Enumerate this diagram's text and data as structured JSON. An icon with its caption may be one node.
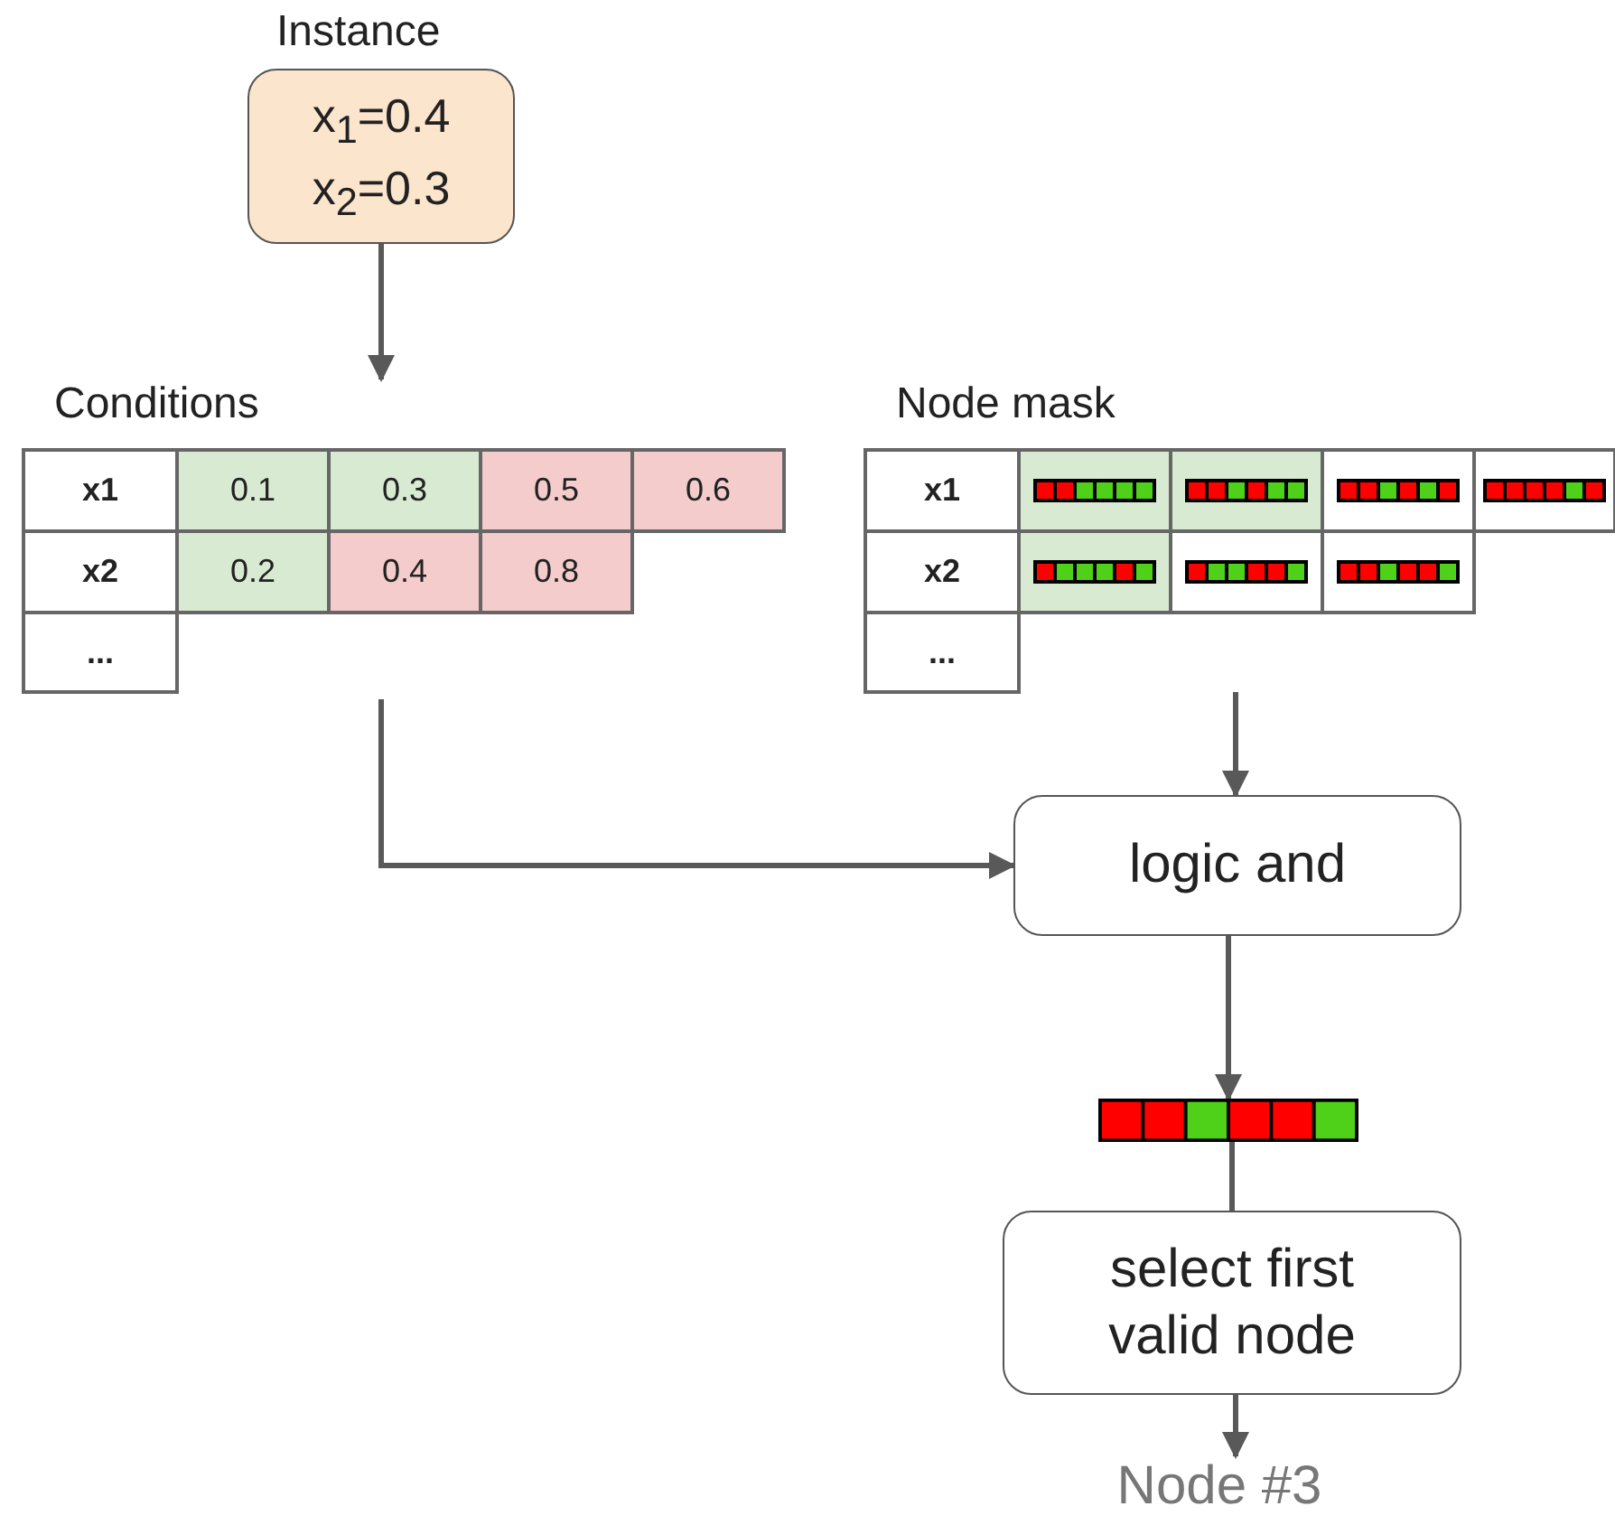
{
  "diagram": {
    "nodes": [
      {
        "text": [
          "Instance",
          "x$_{1}$=0.4 x$_{2}$=0.3"
        ]
      },
      {
        "text": [
          "Conditions"
        ]
      },
      {
        "text": [
          "x1"
        ],
        "in": 1
      },
      {
        "text": [
          "0.1"
        ],
        "in": 1
      },
      {
        "text": [
          "0.3"
        ],
        "in": 1
      },
      {
        "text": [
          "0.5"
        ],
        "in": 1
      },
      {
        "text": [
          "0.6"
        ],
        "in": 1
      },
      {
        "text": [
          "x2"
        ],
        "in": 1
      },
      {
        "text": [
          "0.2"
        ],
        "in": 1
      },
      {
        "text": [
          "0.4"
        ],
        "in": 1
      },
      {
        "text": [
          "0.8"
        ],
        "in": 1
      },
      {
        "text": [
          "..."
        ],
        "in": 1
      },
      {
        "text": [
          "Node mask"
        ]
      },
      {
        "text": [
          "x1"
        ],
        "in": 12
      },
      {
        "text": [],
        "shape": "box",
        "in": 12
      },
      {
        "text": [],
        "shape": "box",
        "in": 12
      },
      {
        "text": [],
        "shape": "box",
        "in": 12
      },
      {
        "text": [],
        "shape": "box",
        "in": 12
      },
      {
        "text": [
          "x2"
        ],
        "in": 12
      },
      {
        "text": [],
        "shape": "box",
        "in": 12
      },
      {
        "text": [],
        "shape": "box",
        "in": 12
      },
      {
        "text": [],
        "shape": "box",
        "in": 12
      },
      {
        "text": [
          "..."
        ],
        "in": 12
      },
      {
        "text": [
          "logic and"
        ]
      },
      {
        "text": [],
        "shape": "bar"
      },
      {
        "text": [
          "select first valid node"
        ]
      },
      {
        "text": [
          "Node #3"
        ]
      }
    ],
    "edges": [
      {
        "from": 0,
        "to": 1,
        "arrow": "to"
      },
      {
        "from": 1,
        "to": 23,
        "arrow": "to"
      },
      {
        "from": 12,
        "to": 23,
        "arrow": "to"
      },
      {
        "from": 23,
        "to": 24,
        "arrow": "to"
      },
      {
        "from": 24,
        "to": 25,
        "arrow": "none"
      },
      {
        "from": 25,
        "to": 26,
        "arrow": "to"
      }
    ]
  }
}
